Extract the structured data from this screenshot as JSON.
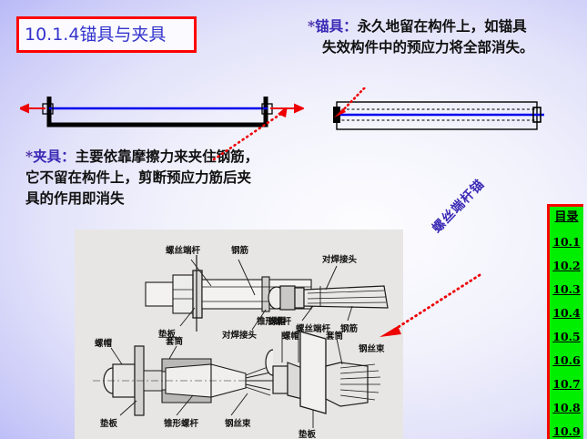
{
  "slide": {
    "title": "10.1.4锚具与夹具",
    "accent_red": "#ff0000",
    "accent_blue": "#3333cc",
    "toc_green": "#00ee00"
  },
  "notes": {
    "anchor": {
      "marker": "*",
      "term": "锚具：",
      "line1": "永久地留在构件上，如锚具",
      "line2": "失效构件中的预应力将全部消失。"
    },
    "clamp": {
      "marker": "*",
      "term": "夹具：",
      "line1": "主要依靠摩擦力来夹住钢筋，",
      "line2": "它不留在构件上，剪断预应力筋后夹",
      "line3": "具的作用即消失"
    }
  },
  "rotated_label": "螺丝端杆锚",
  "figure": {
    "labels": {
      "screw_end_rod": "螺丝端杆",
      "rebar": "钢筋",
      "bearing_plate": "垫板",
      "butt_weld_joint": "对焊接头",
      "nut": "螺帽",
      "sleeve": "套筒",
      "conical_screw": "锥形螺杆",
      "wire_bundle": "钢丝束"
    }
  },
  "toc": {
    "heading": "目录",
    "items": [
      "10.1",
      "10.2",
      "10.3",
      "10.4",
      "10.5",
      "10.6",
      "10.7",
      "10.8",
      "10.9"
    ]
  }
}
